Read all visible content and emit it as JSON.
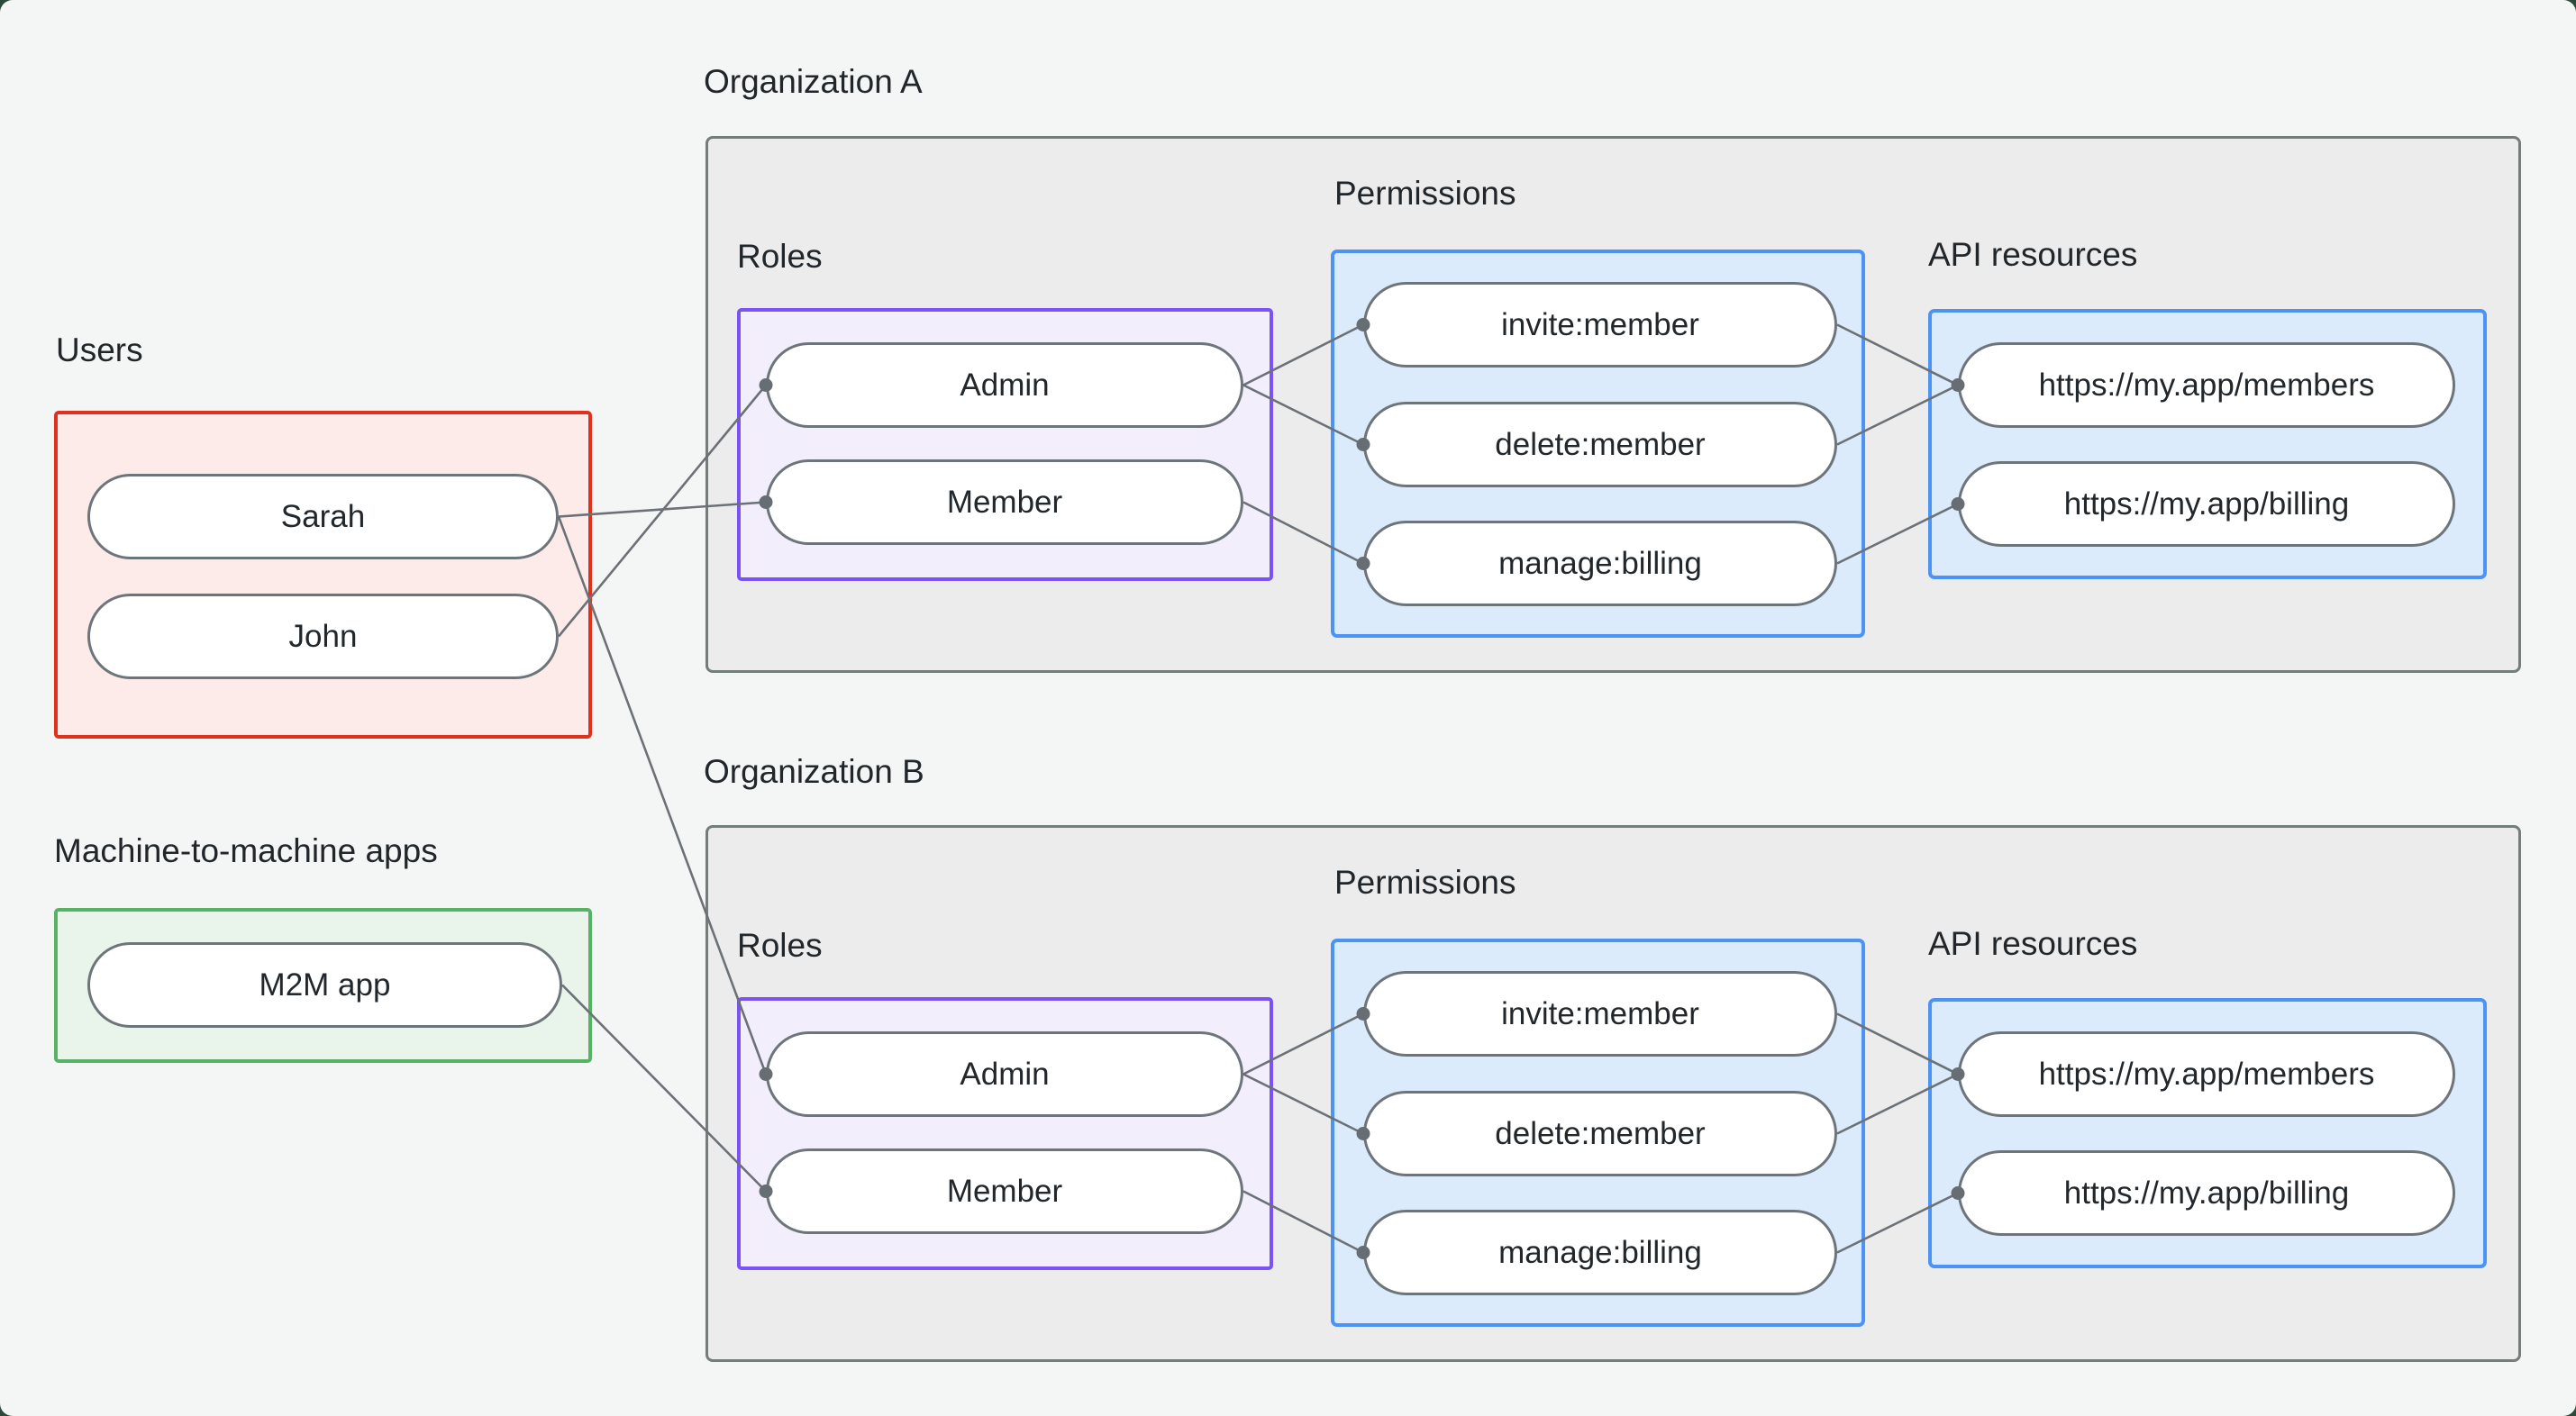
{
  "groups": {
    "users": {
      "label": "Users",
      "items": [
        {
          "label": "Sarah"
        },
        {
          "label": "John"
        }
      ]
    },
    "m2m": {
      "label": "Machine-to-machine apps",
      "items": [
        {
          "label": "M2M app"
        }
      ]
    }
  },
  "organizations": [
    {
      "label": "Organization A",
      "roles": {
        "label": "Roles",
        "items": [
          {
            "label": "Admin"
          },
          {
            "label": "Member"
          }
        ]
      },
      "permissions": {
        "label": "Permissions",
        "items": [
          {
            "label": "invite:member"
          },
          {
            "label": "delete:member"
          },
          {
            "label": "manage:billing"
          }
        ]
      },
      "api_resources": {
        "label": "API resources",
        "items": [
          {
            "label": "https://my.app/members"
          },
          {
            "label": "https://my.app/billing"
          }
        ]
      }
    },
    {
      "label": "Organization B",
      "roles": {
        "label": "Roles",
        "items": [
          {
            "label": "Admin"
          },
          {
            "label": "Member"
          }
        ]
      },
      "permissions": {
        "label": "Permissions",
        "items": [
          {
            "label": "invite:member"
          },
          {
            "label": "delete:member"
          },
          {
            "label": "manage:billing"
          }
        ]
      },
      "api_resources": {
        "label": "API resources",
        "items": [
          {
            "label": "https://my.app/members"
          },
          {
            "label": "https://my.app/billing"
          }
        ]
      }
    }
  ],
  "edges": [
    {
      "from": "Sarah",
      "to": "Organization A / Member"
    },
    {
      "from": "Sarah",
      "to": "Organization B / Admin"
    },
    {
      "from": "John",
      "to": "Organization A / Admin"
    },
    {
      "from": "M2M app",
      "to": "Organization B / Member"
    },
    {
      "from": "Organization A / Admin",
      "to": "Organization A / invite:member"
    },
    {
      "from": "Organization A / Admin",
      "to": "Organization A / delete:member"
    },
    {
      "from": "Organization A / Member",
      "to": "Organization A / manage:billing"
    },
    {
      "from": "Organization A / invite:member",
      "to": "Organization A / https://my.app/members"
    },
    {
      "from": "Organization A / delete:member",
      "to": "Organization A / https://my.app/members"
    },
    {
      "from": "Organization A / manage:billing",
      "to": "Organization A / https://my.app/billing"
    },
    {
      "from": "Organization B / Admin",
      "to": "Organization B / invite:member"
    },
    {
      "from": "Organization B / Admin",
      "to": "Organization B / delete:member"
    },
    {
      "from": "Organization B / Member",
      "to": "Organization B / manage:billing"
    },
    {
      "from": "Organization B / invite:member",
      "to": "Organization B / https://my.app/members"
    },
    {
      "from": "Organization B / delete:member",
      "to": "Organization B / https://my.app/members"
    },
    {
      "from": "Organization B / manage:billing",
      "to": "Organization B / https://my.app/billing"
    }
  ],
  "colors": {
    "canvas_background": "#f4f6f5",
    "users_border": "#e0301e",
    "users_fill": "#fcebe9",
    "m2m_border": "#57b266",
    "m2m_fill": "#e9f5eb",
    "org_border": "#747d79",
    "org_fill": "#ececec",
    "roles_border": "#7a52f5",
    "roles_fill": "#f3eefc",
    "blue_border": "#4b94f6",
    "blue_fill": "#dcebfb",
    "pill_border": "#6d747a",
    "connector": "#6b7176",
    "text": "#22272c"
  }
}
